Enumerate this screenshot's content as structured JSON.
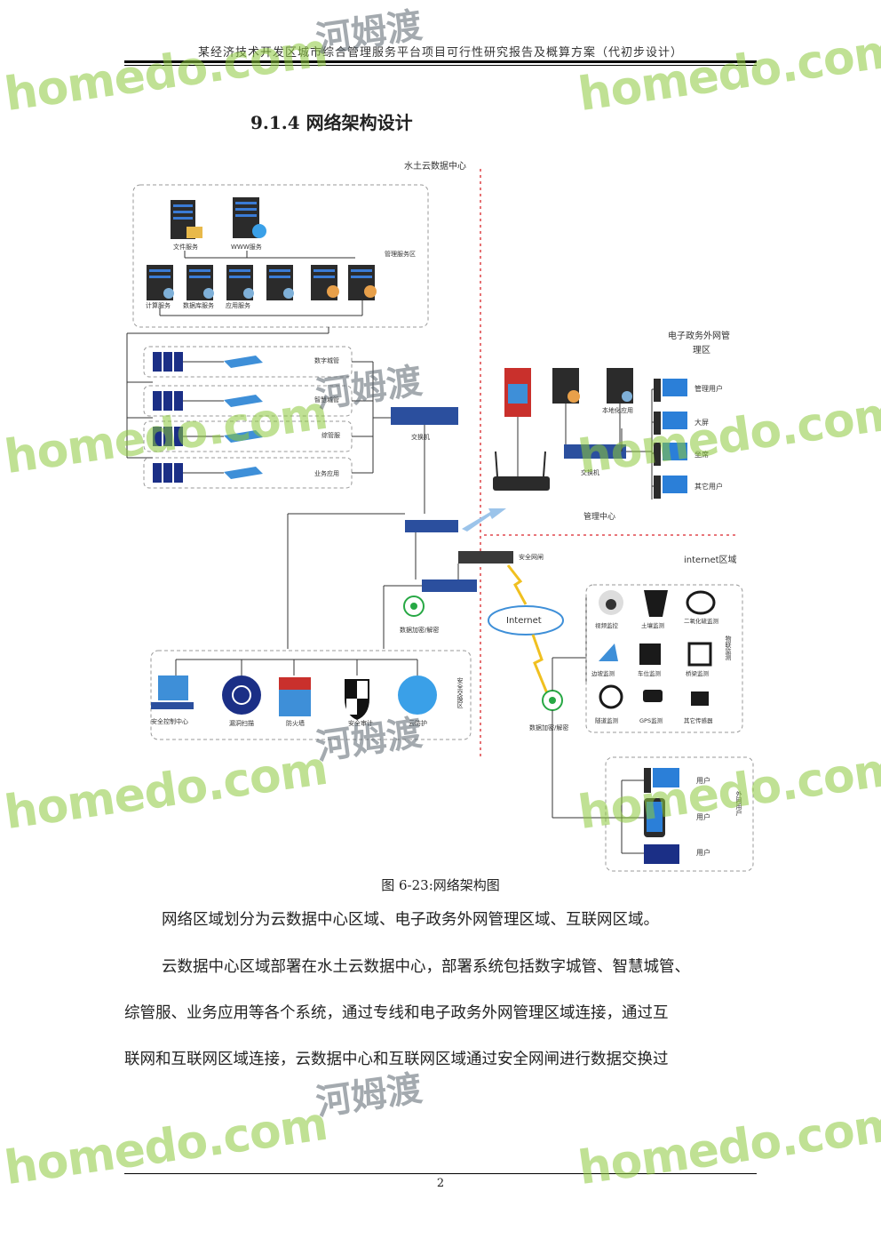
{
  "header": {
    "title": "某经济技术开发区城市综合管理服务平台项目可行性研究报告及概算方案（代初步设计）"
  },
  "section": {
    "title": "9.1.4 网络架构设计"
  },
  "diagram": {
    "cloud_dc": "水土云数据中心",
    "mgmt_zone": "管理服务区",
    "file_server": "文件服务",
    "www_server": "WWW服务",
    "compute_server": "计算服务",
    "db_server": "数据库服务",
    "app_server": "应用服务",
    "digital_city": "数字城管",
    "smart_city": "智慧城管",
    "integrated": "综管服",
    "business_app": "业务应用",
    "switch1": "交换机",
    "egov_zone": "电子政务外网管理区",
    "egov_zone_l1": "电子政务外网管",
    "egov_zone_l2": "理区",
    "local_app": "本地化应用",
    "switch2": "交换机",
    "mgmt_user": "管理用户",
    "big_screen": "大屏",
    "seat": "坐席",
    "other_user": "其它用户",
    "mgmt_center": "管理中心",
    "security_gate": "安全网闸",
    "internet_zone": "internet区域",
    "internet": "Internet",
    "encrypt1": "数据加密/解密",
    "encrypt2": "数据加密/解密",
    "sec_exchange": "安全交换区",
    "sec_ctrl": "安全控制中心",
    "vuln_scan": "漏洞扫描",
    "firewall": "防火墙",
    "sec_audit": "安全审计",
    "cloud_guard": "云防护",
    "iot_zone": "物联监测",
    "video": "视频监控",
    "soil": "土壤监测",
    "so2": "二氧化硫监测",
    "slope": "边坡监测",
    "parking": "车位监测",
    "bridge": "桥梁监测",
    "tunnel": "隧道监测",
    "gps": "GPS监测",
    "other_sensor": "其它传感器",
    "ext_user": "外网用户",
    "user1": "用户",
    "user2": "用户",
    "user3": "用户"
  },
  "figure": {
    "caption": "图 6-23:网络架构图"
  },
  "body": {
    "p1": "网络区域划分为云数据中心区域、电子政务外网管理区域、互联网区域。",
    "p2_line1": "云数据中心区域部署在水土云数据中心，部署系统包括数字城管、智慧城管、",
    "p2_line2": "综管服、业务应用等各个系统，通过专线和电子政务外网管理区域连接，通过互",
    "p2_line3": "联网和互联网区域连接，云数据中心和互联网区域通过安全网闸进行数据交换过"
  },
  "footer": {
    "page": "2"
  },
  "watermark": {
    "text": "homedo.com",
    "cn": "河姆渡"
  },
  "colors": {
    "rack": "#1b2f86",
    "switch": "#2b4f9e",
    "accent_red": "#d9252a",
    "watermark": "#8cc83c"
  }
}
